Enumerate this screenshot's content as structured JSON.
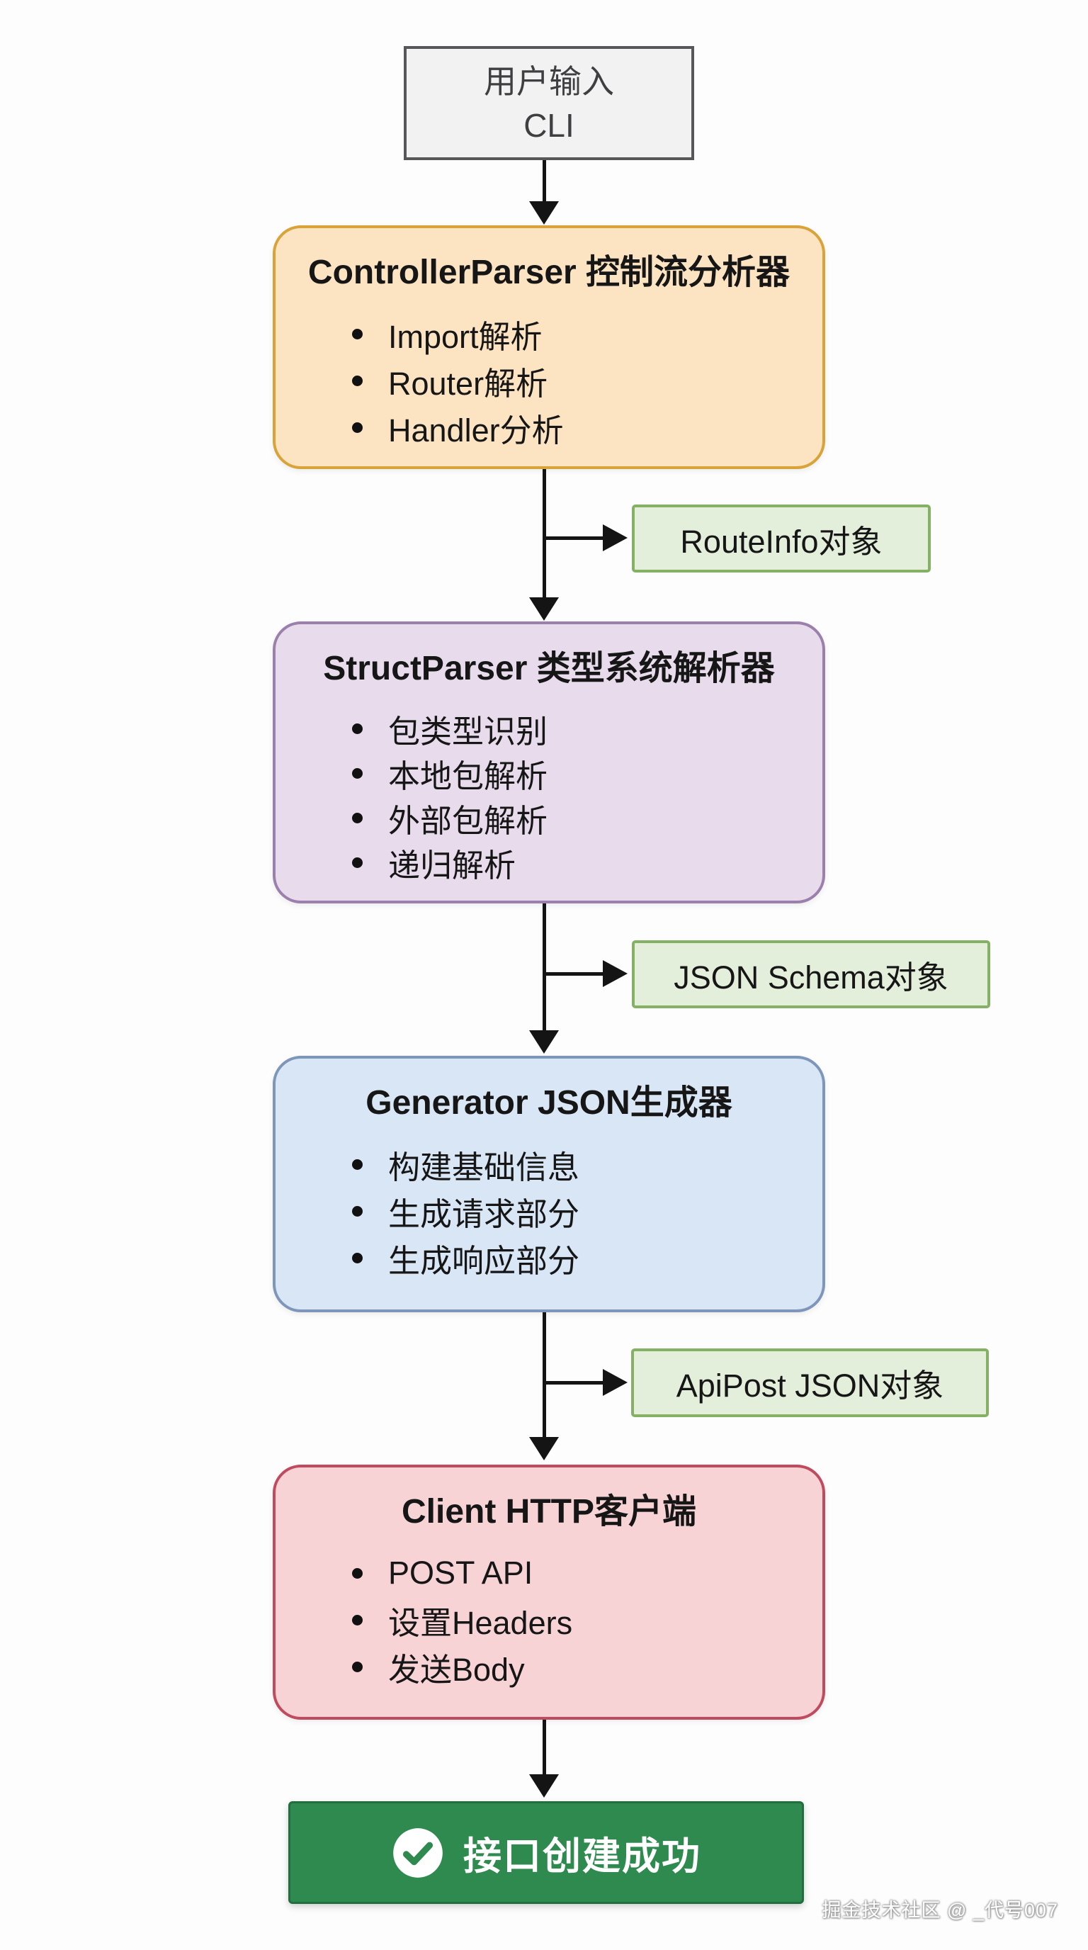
{
  "flow": {
    "start_node": {
      "line1": "用户输入",
      "line2": "CLI"
    },
    "stages": [
      {
        "title": "ControllerParser 控制流分析器",
        "items": [
          "Import解析",
          "Router解析",
          "Handler分析"
        ]
      },
      {
        "title": "StructParser 类型系统解析器",
        "items": [
          "包类型识别",
          "本地包解析",
          "外部包解析",
          "递归解析"
        ]
      },
      {
        "title": "Generator JSON生成器",
        "items": [
          "构建基础信息",
          "生成请求部分",
          "生成响应部分"
        ]
      },
      {
        "title": "Client HTTP客户端",
        "items": [
          "POST API",
          "设置Headers",
          "发送Body"
        ]
      }
    ],
    "outputs": [
      {
        "label": "RouteInfo对象"
      },
      {
        "label": "JSON Schema对象"
      },
      {
        "label": "ApiPost JSON对象"
      }
    ],
    "result": {
      "label": "接口创建成功",
      "icon": "checkmark-icon"
    },
    "watermark": "掘金技术社区 @ _代号007",
    "colors": {
      "start_bg": "#f2f2f2",
      "start_border": "#57575b",
      "controller_bg": "#fce4c2",
      "controller_border": "#d8a338",
      "struct_bg": "#e8dcec",
      "struct_border": "#9b7fad",
      "generator_bg": "#d8e6f6",
      "generator_border": "#7e96b9",
      "client_bg": "#f8d3d5",
      "client_border": "#c04a5e",
      "output_bg": "#e3efdb",
      "output_border": "#84b164",
      "result_bg": "#2e8a4f",
      "result_border": "#226e3e",
      "arrow": "#141414",
      "text": "#161616"
    }
  }
}
